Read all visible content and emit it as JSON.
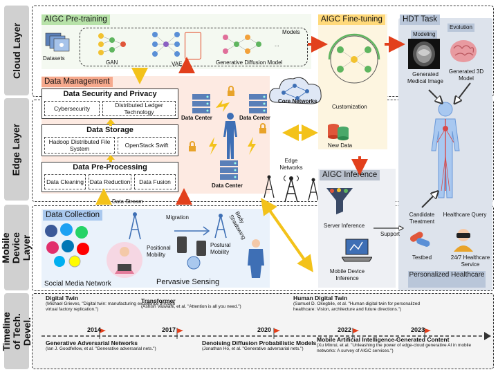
{
  "layers": {
    "cloud": "Cloud Layer",
    "edge": "Edge Layer",
    "mobile": "Mobile Device Layer",
    "timeline": "Timeline of Tech. Devel."
  },
  "cloud": {
    "pretraining_title": "AIGC Pre-training",
    "datasets": "Datasets",
    "models": "Models",
    "gan": "GAN",
    "vae": "VAE",
    "gdm": "Generative Diffusion Model",
    "ellipsis": "...",
    "finetuning_title": "AIGC Fine-tuning",
    "customization": "Customization",
    "hdt_title": "HDT Task",
    "modeling": "Modeling",
    "evolution": "Evolution",
    "gen_image": "Generated Medical Image",
    "gen_3d": "Generated 3D Model",
    "core_networks": "Core Networks"
  },
  "edge": {
    "data_mgmt_title": "Data Management",
    "security_title": "Data Security and Privacy",
    "cybersecurity": "Cybersecurity",
    "dlt": "Distributed Ledger Technology",
    "storage_title": "Data Storage",
    "hdfs": "Hadoop Distributed File System",
    "openstack": "OpenStack Swift",
    "preprocessing_title": "Data Pre-Processing",
    "cleaning": "Data Cleaning",
    "reduction": "Data Reduction",
    "fusion": "Data Fusion",
    "data_center": "Data Center",
    "new_data": "New Data",
    "edge_networks": "Edge Networks",
    "aigc_inference": "AIGC Inference",
    "data_stream": "Data Stream"
  },
  "mobile": {
    "data_collection_title": "Data Collection",
    "social_media": "Social Media Network",
    "migration": "Migration",
    "positional_mobility": "Positional Mobility",
    "postural_mobility": "Postural Mobility",
    "body_shadowing": "Body Shadowing",
    "pervasive_sensing": "Pervasive Sensing",
    "server_inference": "Server Inference",
    "mobile_inference": "Mobile Device Inference",
    "support": "Support",
    "candidate_treatment": "Candidate Treatment",
    "healthcare_query": "Healthcare Query",
    "testbed": "Testbed",
    "healthcare_service": "24/7 Healthcare Service",
    "personalized_healthcare": "Personalized Healthcare"
  },
  "timeline": {
    "events": [
      {
        "title": "Digital Twin",
        "ref": "(Michael Grieves, \"Digital twin: manufacturing excellence through virtual factory replication.\")",
        "year": "2014"
      },
      {
        "title": "Generative Adversarial Networks",
        "ref": "(Ian J. Goodfellow, et al. \"Generative adversarial nets.\")",
        "year": ""
      },
      {
        "title": "Transformer",
        "ref": "(Ashish Vaswani, et al. \"Attention is all you need.\")",
        "year": "2017"
      },
      {
        "title": "Denoising Diffusion Probabilistic Models",
        "ref": "(Jonathan Ho, et al. \"Generative adversarial nets.\")",
        "year": "2020"
      },
      {
        "title": "Human Digital Twin",
        "ref": "(Samuel D. Okegbile, et al. \"Human digital twin for personalized healthcare: Vision, architecture and future directions.\")",
        "year": "2022"
      },
      {
        "title": "Mobile Artificial Intelligence-Generated Content",
        "ref": "(Xu Minrui, et al. \"Unleashing the power of edge-cloud generative AI in mobile networks: A survey of AIGC services.\")",
        "year": "2023"
      }
    ]
  },
  "colors": {
    "pretraining": "#b7e2a8",
    "finetuning": "#ffd97a",
    "hdt": "#b9c6d9",
    "data_mgmt": "#f6a98d",
    "data_collection": "#a9c8ee",
    "inference": "#b8c0cc",
    "healthcare_panel": "#c8d0de",
    "arrow_red": "#e2401c",
    "arrow_yellow": "#f3c21a"
  }
}
